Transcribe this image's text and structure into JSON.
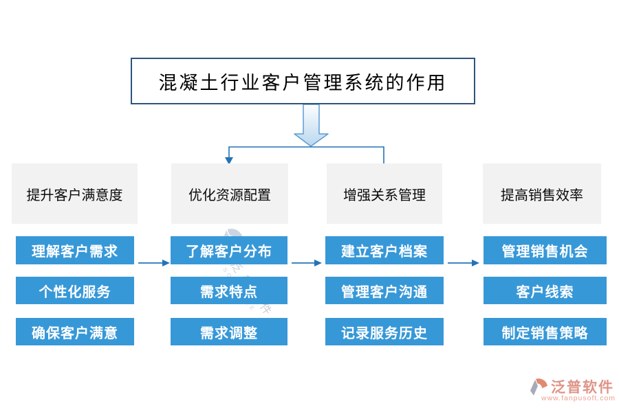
{
  "title": "混凝土行业客户管理系统的作用",
  "columns": [
    {
      "header": "提升客户满意度",
      "items": [
        "理解客户需求",
        "个性化服务",
        "确保客户满意"
      ]
    },
    {
      "header": "优化资源配置",
      "items": [
        "了解客户分布",
        "需求特点",
        "需求调整"
      ]
    },
    {
      "header": "增强关系管理",
      "items": [
        "建立客户档案",
        "管理客户沟通",
        "记录服务历史"
      ]
    },
    {
      "header": "提高销售效率",
      "items": [
        "管理销售机会",
        "客户线索",
        "制定销售策略"
      ]
    }
  ],
  "watermark": {
    "text": "泛普软件",
    "subtext": "SOFTWARE"
  },
  "footer": {
    "brand": "泛普软件",
    "url": "www.fanpusoft.com"
  },
  "colors": {
    "item_blue": "#3798d8",
    "header_gray": "#f2f2f2",
    "connector_blue": "#2272b8",
    "title_border": "#2e537d",
    "big_arrow_stroke": "#5b9bd5",
    "big_arrow_fill_top": "#fdfeff",
    "big_arrow_fill_bottom": "#b9d7ee",
    "brand_pink": "#df9488"
  }
}
